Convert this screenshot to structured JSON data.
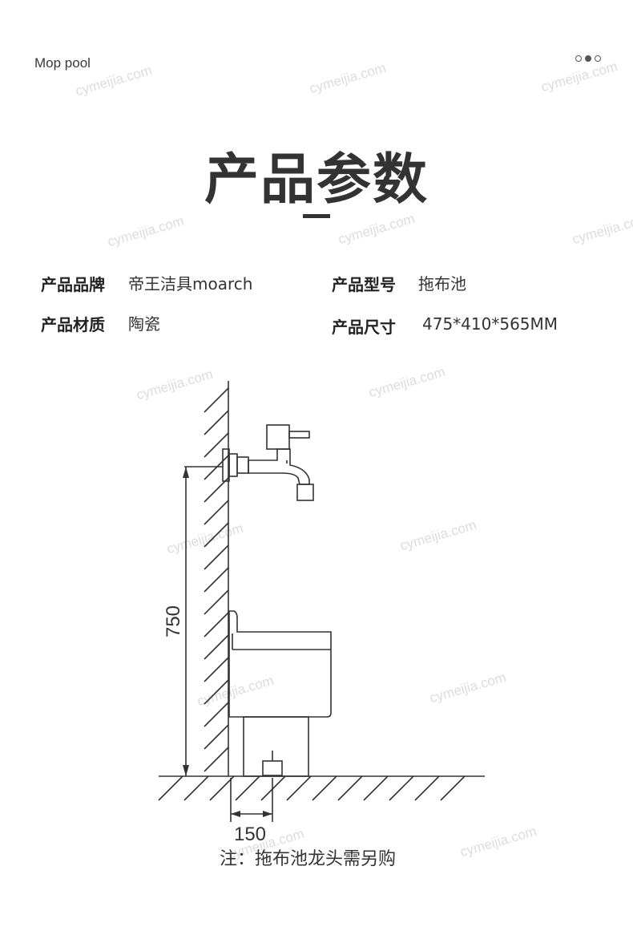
{
  "header": {
    "brand": "Mop pool"
  },
  "title": "产品参数",
  "specs": [
    {
      "label": "产品品牌",
      "value": "帝王洁具moarch"
    },
    {
      "label": "产品型号",
      "value": "拖布池"
    },
    {
      "label": "产品材质",
      "value": "陶瓷"
    },
    {
      "label": "产品尺寸",
      "value": "475*410*565MM"
    }
  ],
  "drawing": {
    "height_dim": "750",
    "offset_dim": "150",
    "note": "注：拖布池龙头需另购"
  },
  "watermark": "cymeijia.com",
  "colors": {
    "text": "#333333",
    "line": "#333333",
    "watermark": "#dcdcdc"
  }
}
